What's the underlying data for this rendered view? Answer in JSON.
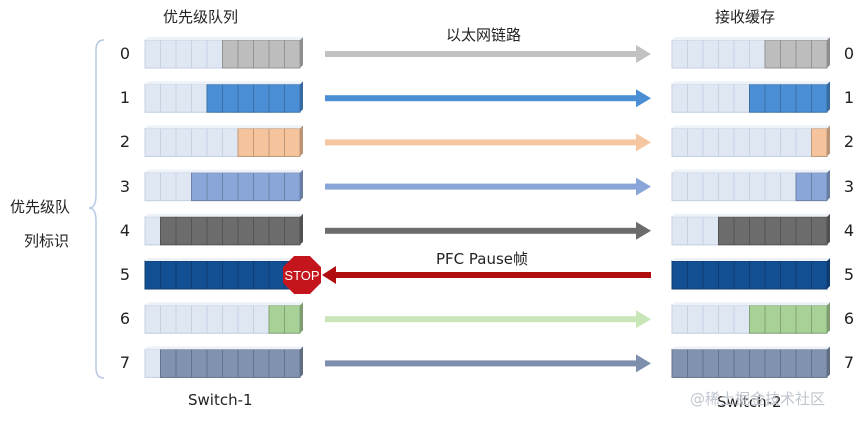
{
  "headers": {
    "queue_title": "优先级队列",
    "link_title": "以太网链路",
    "buffer_title": "接收缓存"
  },
  "side_label": {
    "line1": "优先级队",
    "line2": "列标识"
  },
  "pause_label": "PFC Pause帧",
  "stop_sign": "STOP",
  "switch_left": "Switch-1",
  "switch_right": "Switch-2",
  "watermark": "@稀土掘金技术社区",
  "colors": {
    "empty_cell": "#dfe7f3",
    "cell_border": "#c6d2e4",
    "brace": "#b8c8e2",
    "pause_arrow": "#b10f0f",
    "stop_sign": "#c4151c"
  },
  "queues": [
    {
      "priority": "0",
      "left_filled": 5,
      "right_filled": 4,
      "color": "#bdbdbd",
      "arrow": "#c2c2c2"
    },
    {
      "priority": "1",
      "left_filled": 6,
      "right_filled": 5,
      "color": "#4a8fd6",
      "arrow": "#4a8fd6"
    },
    {
      "priority": "2",
      "left_filled": 4,
      "right_filled": 1,
      "color": "#f5c49d",
      "arrow": "#f6c6a0"
    },
    {
      "priority": "3",
      "left_filled": 7,
      "right_filled": 2,
      "color": "#8aa6d8",
      "arrow": "#8aa6d8"
    },
    {
      "priority": "4",
      "left_filled": 9,
      "right_filled": 7,
      "color": "#6c6c6c",
      "arrow": "#6c6c6c"
    },
    {
      "priority": "5",
      "left_filled": 10,
      "right_filled": 11,
      "color": "#134f93",
      "arrow": "#b10f0f",
      "paused": true
    },
    {
      "priority": "6",
      "left_filled": 2,
      "right_filled": 5,
      "color": "#a8d197",
      "arrow": "#c9e6b8"
    },
    {
      "priority": "7",
      "left_filled": 9,
      "right_filled": 10,
      "color": "#8092b0",
      "arrow": "#7d8fad"
    }
  ]
}
